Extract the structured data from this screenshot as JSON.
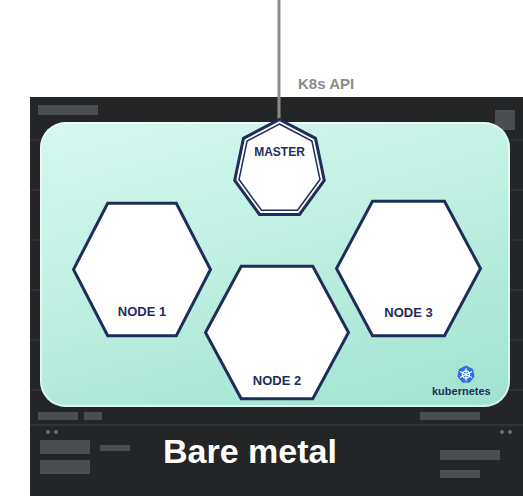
{
  "diagram": {
    "nodes": [
      {
        "text": [
          "kubernetes"
        ]
      },
      {
        "text": [
          "MASTER"
        ],
        "in": 0
      },
      {
        "text": [
          "NODE 1"
        ],
        "in": 0
      },
      {
        "text": [
          "NODE 2"
        ],
        "in": 0
      },
      {
        "text": [
          "NODE 3"
        ],
        "in": 0
      }
    ],
    "labels": [
      "K8s API",
      "Bare metal"
    ]
  }
}
